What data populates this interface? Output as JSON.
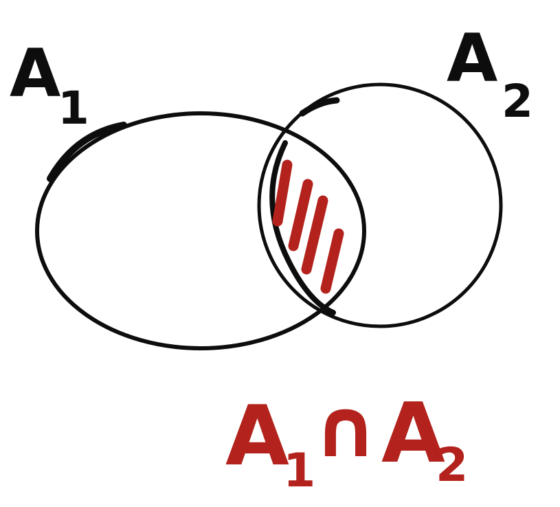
{
  "sets": [
    {
      "letter": "A",
      "subscript": "1"
    },
    {
      "letter": "A",
      "subscript": "2"
    }
  ],
  "expression": {
    "left_letter": "A",
    "left_subscript": "1",
    "operator": "∩",
    "right_letter": "A",
    "right_subscript": "2"
  },
  "colors": {
    "outline": "#0d0d0d",
    "highlight": "#b3221c",
    "background": "#ffffff"
  }
}
